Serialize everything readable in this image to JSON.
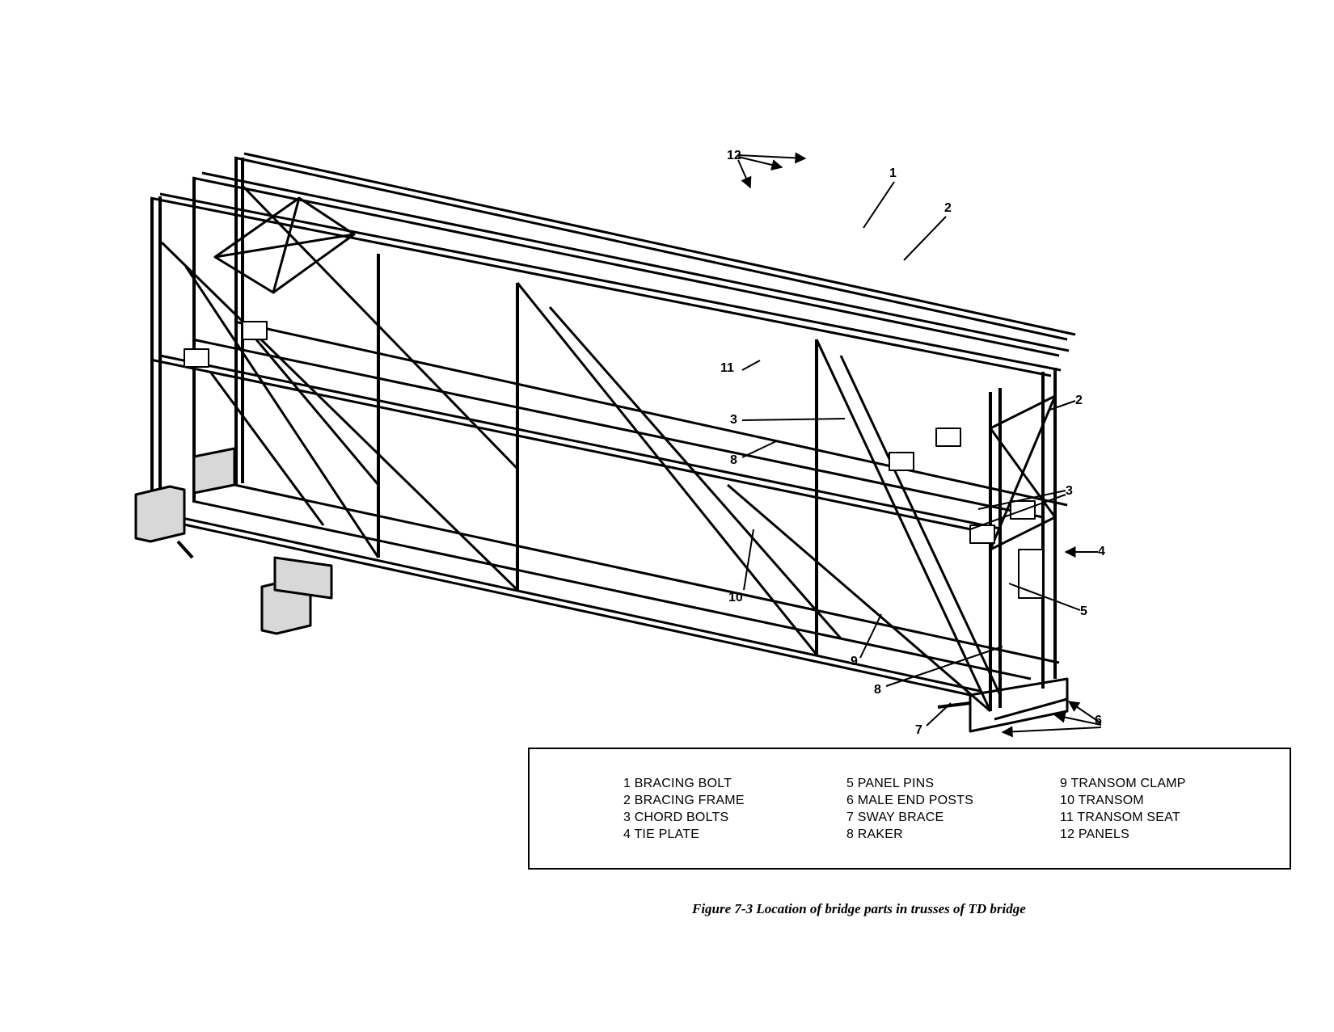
{
  "callouts": {
    "c1": "1",
    "c2a": "2",
    "c2b": "2",
    "c3a": "3",
    "c3b": "3",
    "c4": "4",
    "c5": "5",
    "c6": "6",
    "c7": "7",
    "c8a": "8",
    "c8b": "8",
    "c9": "9",
    "c10": "10",
    "c11": "11",
    "c12": "12"
  },
  "legend": {
    "columns": [
      {
        "items": [
          "1 BRACING BOLT",
          "2 BRACING FRAME",
          "3 CHORD BOLTS",
          "4 TIE PLATE"
        ]
      },
      {
        "items": [
          "5 PANEL PINS",
          "6 MALE END POSTS",
          "7 SWAY BRACE",
          "8 RAKER"
        ]
      },
      {
        "items": [
          "9 TRANSOM CLAMP",
          "10 TRANSOM",
          "11 TRANSOM SEAT",
          "12 PANELS"
        ]
      }
    ]
  },
  "caption": "Figure 7-3 Location of bridge parts in trusses of TD bridge"
}
